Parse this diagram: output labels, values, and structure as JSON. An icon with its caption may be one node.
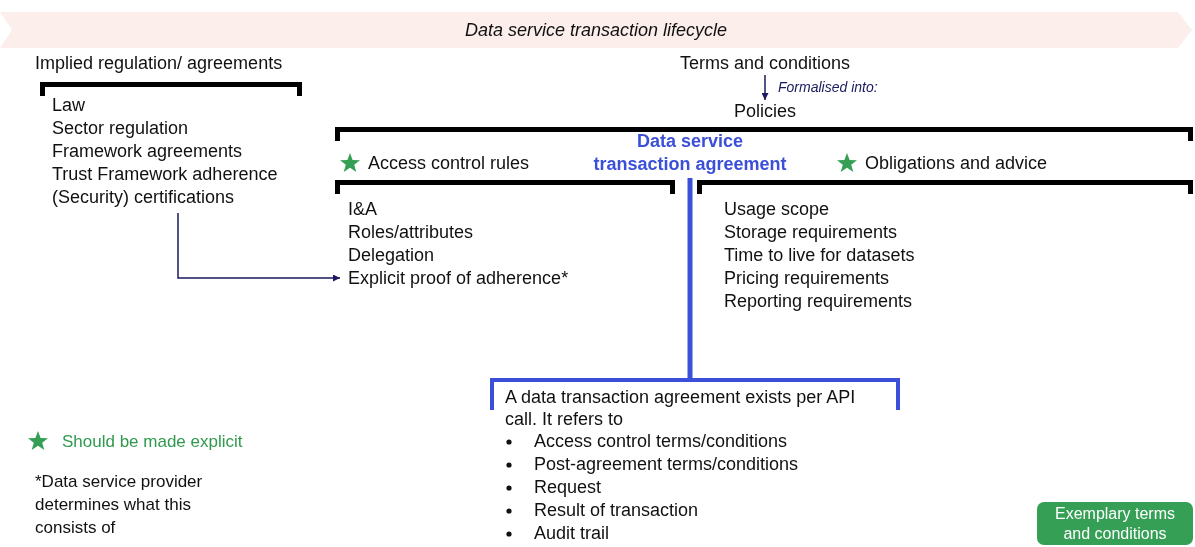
{
  "diagram": {
    "nodes": [
      {
        "text": [
          "Data service transaction lifecycle"
        ]
      },
      {
        "text": [
          "Implied regulation/ agreements",
          "Law",
          "Sector regulation",
          "Framework agreements",
          "Trust Framework adherence",
          "(Security) certifications"
        ]
      },
      {
        "text": [
          "Terms and conditions"
        ]
      },
      {
        "text": [
          "Policies"
        ]
      },
      {
        "text": [
          "Data service transaction agreement"
        ],
        "in": 3
      },
      {
        "text": [
          "Access control rules",
          "I&A",
          "Roles/attributes",
          "Delegation",
          "Explicit proof of adherence*"
        ],
        "in": 3
      },
      {
        "text": [
          "Obligations and advice",
          "Usage scope",
          "Storage requirements",
          "Time to live for datasets",
          "Pricing requirements",
          "Reporting requirements"
        ],
        "in": 3
      },
      {
        "text": [
          "A data transaction agreement exists per API call. It refers to",
          "Access control terms/conditions",
          "Post-agreement terms/conditions",
          "Request",
          "Result of transaction",
          "Audit trail"
        ]
      },
      {
        "text": [
          "Exemplary terms and conditions"
        ]
      }
    ],
    "edges": [
      {
        "from": 2,
        "to": 3,
        "arrow": "to",
        "label": "Formalised into:"
      },
      {
        "from": 1,
        "to": 5,
        "arrow": "to"
      },
      {
        "from": 4,
        "to": 7,
        "arrow": "none",
        "style": "thick",
        "color": "#3b4fd8"
      }
    ],
    "labels": [
      "*Data service provider determines what this consists of"
    ],
    "legend": [
      {
        "text": "Should be made explicit"
      }
    ]
  }
}
